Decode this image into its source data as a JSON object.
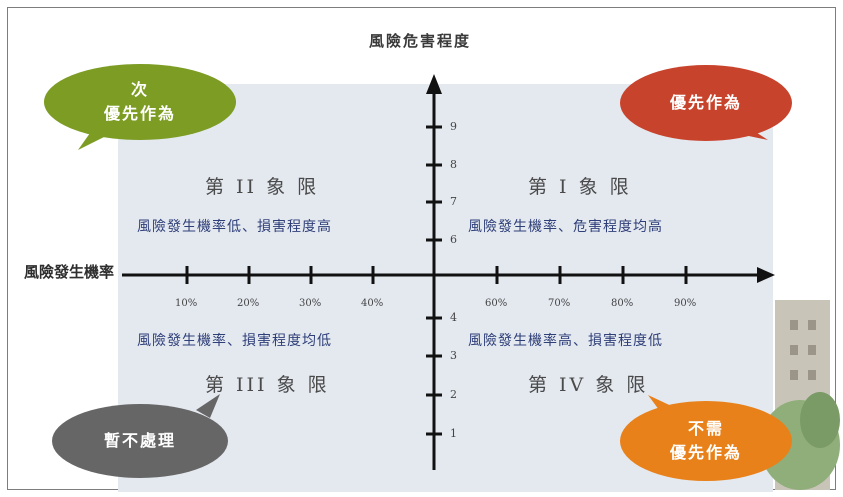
{
  "title": "風險危害程度",
  "x_axis_title": "風險發生機率",
  "x_ticks": [
    "10%",
    "20%",
    "30%",
    "40%",
    "60%",
    "70%",
    "80%",
    "90%"
  ],
  "y_ticks": [
    "9",
    "8",
    "7",
    "6",
    "4",
    "3",
    "2",
    "1"
  ],
  "quadrants": {
    "q1": {
      "title": "第 I 象 限",
      "desc": "風險發生機率、危害程度均高"
    },
    "q2": {
      "title": "第 II 象 限",
      "desc": "風險發生機率低、損害程度高"
    },
    "q3": {
      "title": "第 III 象 限",
      "desc": "風險發生機率、損害程度均低"
    },
    "q4": {
      "title": "第 IV 象 限",
      "desc": "風險發生機率高、損害程度低"
    }
  },
  "bubbles": {
    "top_left": {
      "line1": "次",
      "line2": "優先作為",
      "color": "#7c9c23"
    },
    "top_right": {
      "line1": "優先作為",
      "color": "#c8432c"
    },
    "bottom_left": {
      "line1": "暫不處理",
      "color": "#666666"
    },
    "bottom_right": {
      "line1": "不需",
      "line2": "優先作為",
      "color": "#e8811a"
    }
  }
}
